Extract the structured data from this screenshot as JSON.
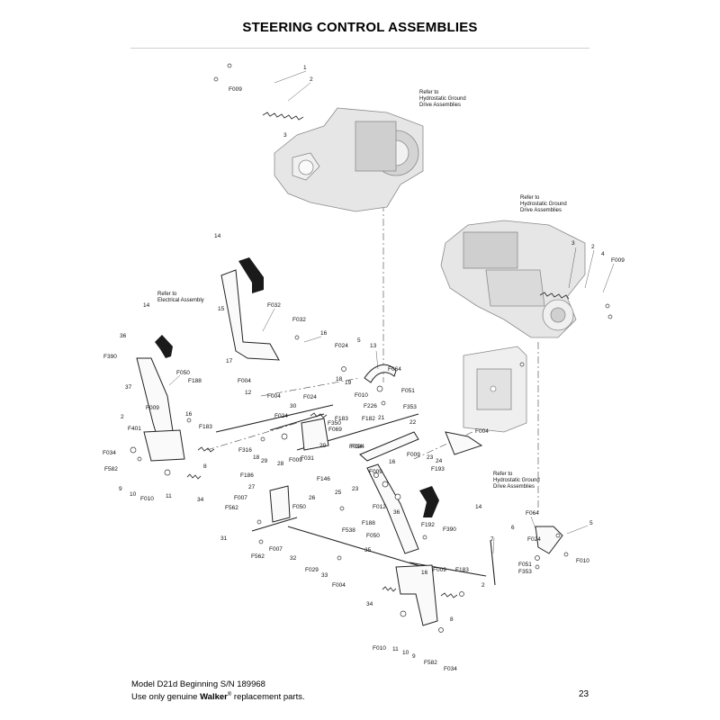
{
  "page": {
    "title": "STEERING CONTROL ASSEMBLIES",
    "footer_line1": "Model D21d Beginning S/N 189968",
    "footer_line2_pre": "Use only genuine ",
    "footer_brand": "Walker",
    "footer_reg": "®",
    "footer_line2_post": " replacement parts.",
    "page_number": "23"
  },
  "notes": {
    "hydro_top": [
      "Refer to",
      "Hydrostatic Ground",
      "Drive Assemblies"
    ],
    "hydro_right": [
      "Refer to",
      "Hydrostatic Ground",
      "Drive Assemblies"
    ],
    "hydro_bottom": [
      "Refer to",
      "Hydrostatic Ground",
      "Drive Assemblies"
    ],
    "electrical": [
      "Refer to",
      "Electrical Assembly"
    ]
  },
  "callouts": [
    {
      "id": "c1",
      "text": "F009"
    },
    {
      "id": "c2",
      "text": "1"
    },
    {
      "id": "c3",
      "text": "2"
    },
    {
      "id": "c4",
      "text": "3"
    },
    {
      "id": "c5",
      "text": "14"
    },
    {
      "id": "c6",
      "text": "15"
    },
    {
      "id": "c7",
      "text": "F032"
    },
    {
      "id": "c8",
      "text": "F032"
    },
    {
      "id": "c9",
      "text": "16"
    },
    {
      "id": "c10",
      "text": "14"
    },
    {
      "id": "c11",
      "text": "36"
    },
    {
      "id": "c12",
      "text": "F390"
    },
    {
      "id": "c13",
      "text": "37"
    },
    {
      "id": "c14",
      "text": "F050"
    },
    {
      "id": "c15",
      "text": "F188"
    },
    {
      "id": "c16",
      "text": "2"
    },
    {
      "id": "c17",
      "text": "F009"
    },
    {
      "id": "c18",
      "text": "F401"
    },
    {
      "id": "c19",
      "text": "16"
    },
    {
      "id": "c20",
      "text": "F034"
    },
    {
      "id": "c21",
      "text": "F582"
    },
    {
      "id": "c22",
      "text": "9"
    },
    {
      "id": "c23",
      "text": "10"
    },
    {
      "id": "c24",
      "text": "F010"
    },
    {
      "id": "c25",
      "text": "11"
    },
    {
      "id": "c26",
      "text": "34"
    },
    {
      "id": "c27",
      "text": "8"
    },
    {
      "id": "c28",
      "text": "F183"
    },
    {
      "id": "c29",
      "text": "17"
    },
    {
      "id": "c30",
      "text": "F004"
    },
    {
      "id": "c31",
      "text": "12"
    },
    {
      "id": "c32",
      "text": "F004"
    },
    {
      "id": "c33",
      "text": "F024"
    },
    {
      "id": "c34",
      "text": "30"
    },
    {
      "id": "c35",
      "text": "F024"
    },
    {
      "id": "c36",
      "text": "F024"
    },
    {
      "id": "c37",
      "text": "5"
    },
    {
      "id": "c38",
      "text": "13"
    },
    {
      "id": "c39",
      "text": "F064"
    },
    {
      "id": "c40",
      "text": "18"
    },
    {
      "id": "c41",
      "text": "19"
    },
    {
      "id": "c42",
      "text": "F010"
    },
    {
      "id": "c43",
      "text": "F051"
    },
    {
      "id": "c44",
      "text": "F226"
    },
    {
      "id": "c45",
      "text": "F353"
    },
    {
      "id": "c46",
      "text": "F183"
    },
    {
      "id": "c47",
      "text": "F182"
    },
    {
      "id": "c48",
      "text": "F350"
    },
    {
      "id": "c49",
      "text": "21"
    },
    {
      "id": "c50",
      "text": "22"
    },
    {
      "id": "c51",
      "text": "F069"
    },
    {
      "id": "c52",
      "text": "20"
    },
    {
      "id": "c53",
      "text": "F034"
    },
    {
      "id": "c54",
      "text": "F316"
    },
    {
      "id": "c55",
      "text": "18"
    },
    {
      "id": "c56",
      "text": "29"
    },
    {
      "id": "c57",
      "text": "28"
    },
    {
      "id": "c58",
      "text": "F009"
    },
    {
      "id": "c59",
      "text": "F031"
    },
    {
      "id": "c60",
      "text": "F186"
    },
    {
      "id": "c61",
      "text": "27"
    },
    {
      "id": "c62",
      "text": "F146"
    },
    {
      "id": "c63",
      "text": "26"
    },
    {
      "id": "c64",
      "text": "F007"
    },
    {
      "id": "c65",
      "text": "F562"
    },
    {
      "id": "c66",
      "text": "F050"
    },
    {
      "id": "c67",
      "text": "31"
    },
    {
      "id": "c68",
      "text": "F007"
    },
    {
      "id": "c69",
      "text": "F562"
    },
    {
      "id": "c70",
      "text": "32"
    },
    {
      "id": "c71",
      "text": "F029"
    },
    {
      "id": "c72",
      "text": "33"
    },
    {
      "id": "c73",
      "text": "F004"
    },
    {
      "id": "c74",
      "text": "34"
    },
    {
      "id": "c75",
      "text": "F009"
    },
    {
      "id": "c76",
      "text": "16"
    },
    {
      "id": "c77",
      "text": "F009"
    },
    {
      "id": "c78",
      "text": "23"
    },
    {
      "id": "c79",
      "text": "24"
    },
    {
      "id": "c80",
      "text": "F193"
    },
    {
      "id": "c81",
      "text": "25"
    },
    {
      "id": "c82",
      "text": "23"
    },
    {
      "id": "c83",
      "text": "F012"
    },
    {
      "id": "c84",
      "text": "36"
    },
    {
      "id": "c85",
      "text": "14"
    },
    {
      "id": "c86",
      "text": "F538"
    },
    {
      "id": "c87",
      "text": "F188"
    },
    {
      "id": "c88",
      "text": "F050"
    },
    {
      "id": "c89",
      "text": "F192"
    },
    {
      "id": "c90",
      "text": "F390"
    },
    {
      "id": "c91",
      "text": "35"
    },
    {
      "id": "c92",
      "text": "F009"
    },
    {
      "id": "c93",
      "text": "16"
    },
    {
      "id": "c94",
      "text": "F183"
    },
    {
      "id": "c95",
      "text": "2"
    },
    {
      "id": "c96",
      "text": "8"
    },
    {
      "id": "c97",
      "text": "F010"
    },
    {
      "id": "c98",
      "text": "11"
    },
    {
      "id": "c99",
      "text": "10"
    },
    {
      "id": "c100",
      "text": "9"
    },
    {
      "id": "c101",
      "text": "F582"
    },
    {
      "id": "c102",
      "text": "F034"
    },
    {
      "id": "c103",
      "text": "F034"
    },
    {
      "id": "c104",
      "text": "F004"
    },
    {
      "id": "c105",
      "text": "3"
    },
    {
      "id": "c106",
      "text": "2"
    },
    {
      "id": "c107",
      "text": "4"
    },
    {
      "id": "c108",
      "text": "F009"
    },
    {
      "id": "c109",
      "text": "F064"
    },
    {
      "id": "c110",
      "text": "6"
    },
    {
      "id": "c111",
      "text": "5"
    },
    {
      "id": "c112",
      "text": "F024"
    },
    {
      "id": "c113",
      "text": "7"
    },
    {
      "id": "c114",
      "text": "F051"
    },
    {
      "id": "c115",
      "text": "F353"
    },
    {
      "id": "c116",
      "text": "F010"
    }
  ]
}
